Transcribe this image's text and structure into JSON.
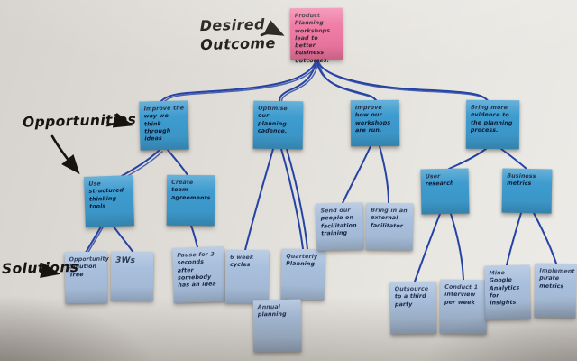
{
  "theme": {
    "outcome-note": "#ee6d9b",
    "opportunity-note": "#3e9ccf",
    "solution-note": "#a9c0dd",
    "connector": "#2543a4",
    "marker-ink": "#17130f"
  },
  "labels": {
    "desired_outcome": "Desired Outcome",
    "opportunities": "Opportunities",
    "solutions": "Solutions"
  },
  "notes": {
    "outcome": {
      "text": "Product Planning workshops lead to better business outcomes."
    },
    "opportunities": [
      {
        "text": "Improve the way we think through ideas"
      },
      {
        "text": "Optimise our planning cadence."
      },
      {
        "text": "Improve how our workshops are run."
      },
      {
        "text": "Bring more evidence to the planning process."
      }
    ],
    "sub_opportunities": [
      {
        "text": "Use structured thinking tools"
      },
      {
        "text": "Create team agreements"
      },
      {
        "text": "User research"
      },
      {
        "text": "Business metrics"
      }
    ],
    "solutions": [
      {
        "text": "Opportunity Solution Tree"
      },
      {
        "text": "3Ws"
      },
      {
        "text": "Pause for 3 seconds after somebody has an idea"
      },
      {
        "text": "6 week cycles"
      },
      {
        "text": "Quarterly Planning"
      },
      {
        "text": "Annual planning"
      },
      {
        "text": "Send our people on facilitation training"
      },
      {
        "text": "Bring in an external facilitator"
      },
      {
        "text": "Outsource to a third party"
      },
      {
        "text": "Conduct 1 interview per week"
      },
      {
        "text": "Mine Google Analytics for insights"
      },
      {
        "text": "Implement pirate metrics"
      }
    ]
  }
}
